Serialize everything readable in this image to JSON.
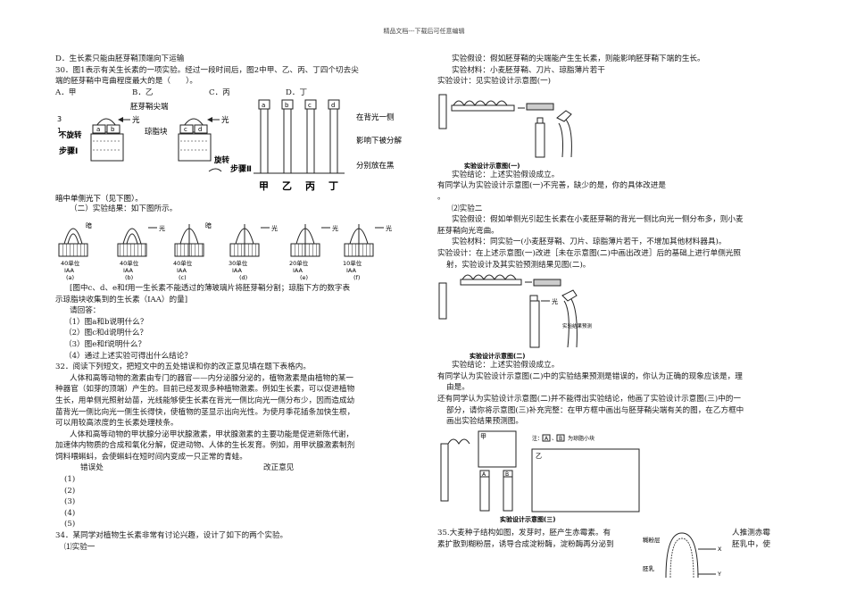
{
  "header": "精品文档---下载后可任意编辑",
  "left": {
    "l1": "D．生长素只能由胚芽鞘顶端向下运输",
    "l2": "30．图1表示有关生长素的一项实验。经过一段时间后，图2中甲、乙、丙、丁四个切去尖",
    "l3": "端的胚芽鞘中弯曲程度最大的是（　　）。",
    "options": [
      "A．甲",
      "B．乙",
      "C．丙",
      "D．丁"
    ],
    "fig1": {
      "tip_label": "胚芽鞘尖端",
      "light": "光",
      "block_label": "琼脂块",
      "a": "a",
      "b": "b",
      "c": "c",
      "d": "d",
      "rotate": "不旋转",
      "rotate2": "旋转",
      "step1": "步骤Ⅰ",
      "step2": "步骤Ⅱ",
      "cols": [
        "甲",
        "乙",
        "丙",
        "丁"
      ],
      "side1": "在背光一侧",
      "side2": "影响下被分解",
      "side3": "分别放在黑",
      "partial": "暗中单侧光下（见下图）。",
      "frag3": "3",
      "frag1": "1"
    },
    "result_line": "（二）实验结果：如下图所示。",
    "fig2": {
      "dark": "暗",
      "light": "光",
      "labels": [
        [
          "40单位",
          "IAA",
          "(a)"
        ],
        [
          "40单位",
          "IAA",
          "(b)"
        ],
        [
          "40单位",
          "IAA",
          "(c)"
        ],
        [
          "30单位",
          "IAA",
          "(d)"
        ],
        [
          "20单位",
          "IAA",
          "(e)"
        ],
        [
          "10单位",
          "IAA",
          "(f)"
        ]
      ]
    },
    "l4": "[图中c、d、e和f用一生长素不能透过的薄玻璃片将胚芽鞘分割；琼脂下方的数字表",
    "l5": "示琼脂块收集到的生长素（IAA）的量]",
    "l6": "请回答：",
    "q1": "（1）图a和b说明什么？",
    "q2": "（2）图c和d说明什么？",
    "q3": "（3）图e和f说明什么？",
    "q4": "（4）通过上述实验可得出什么结论？",
    "l32": "32．阅读下列短文，把短文中的五处错误和你的改正意见填在题下表格内。",
    "p1": [
      "人体和高等动物的激素由专门的器官——内分泌腺分泌的，植物激素是由植物的某一",
      "种器官（如芽的顶端）产生的。目前已经发现多种植物激素。例如生长素，可以促进植物",
      "生长，用单侧光照射幼苗，光线能够使生长素在背光一侧比向光一侧分布少，因而造成幼",
      "苗背光一侧比向光一侧生长得快，使植物的茎显示出向光性。为使月季花插条加快生根，",
      "可以用较高浓度的生长素处理枝条。"
    ],
    "p2": [
      "人体和高等动物的甲状腺分泌甲状腺激素，甲状腺激素的主要功能是促进新陈代谢，",
      "加速体内物质的合成和氧化分解，促进动物、人体的生长发育。例如，用甲状腺激素制剂",
      "饲料喂蝌蚪，会使蝌蚪在短时间内变成一只正常的青蛙。"
    ],
    "table_head": [
      "错误处",
      "改正意见"
    ],
    "table_rows": [
      "(1)",
      "(2)",
      "(3)",
      "(4)",
      "(5)"
    ],
    "l34": "34．某同学对植物生长素非常有讨论兴趣，设计了如下的两个实验。",
    "l34b": "⑴实验一"
  },
  "right": {
    "r1": "实验假设：假如胚芽鞘的尖端能产生生长素，则能影响胚芽鞘下端的生长。",
    "r2": "实验材料：小麦胚芽鞘、刀片、琼脂薄片若干",
    "r3": "实验设计：见实验设计示意图(一)",
    "fig_caption1": "实验设计示意图(一)",
    "r4": "实验结论：上述实验假设成立。",
    "r5": "有同学认为实验设计示意图(一)不完善，缺少的是，你的具体改进是",
    "r6": "。",
    "r7": "⑵实验二",
    "r8": "实验假设：假如单侧光引起生长素在小麦胚芽鞘的背光一侧比向光一侧分布多，则小麦",
    "r9": "胚芽鞘向光弯曲。",
    "r10": "实验材料：同实验一(小麦胚芽鞘、刀片、琼脂薄片若干，不增加其他材料器具)。",
    "r11": "实验设计：在上述示意图(一)改进［未在示意图(二)中画出改进］后的基础上进行单侧光照",
    "r12": "射，实验设计及其实验预测结果见图(二)。",
    "fig2_light": "光",
    "fig2_pred": "实验结果预测",
    "fig_caption2": "实验设计示意图(二)",
    "r13": "实验结论：上述实验假设成立。",
    "r14": "有同学认为实验设计示意图(二)中的实验结果预测是错误的，你认为正确的现象应该是，理",
    "r15": "由是。",
    "r16": "还有同学认为实验设计示意图(二)并不能得出实验结论，他画了实验设计示意图(三)中的一",
    "r17": "部分，请你将示意图(三)补充完整：在甲方框中画出与胚芽鞘尖端有关的图，在乙方框中",
    "r18": "画出实验结果预测图。",
    "fig3": {
      "jia": "甲",
      "yi": "乙",
      "A": "A",
      "B": "B",
      "note_prefix": "注：",
      "note_mid": "、",
      "note_suffix": "为琼脂小块"
    },
    "fig_caption3": "实验设计示意图(三)",
    "r35a": "35.大麦种子结构如图，发芽时，胚产生赤霉素。有",
    "r35a2": "人推测赤霉",
    "r35b": "素扩散到糊粉层，诱导合成淀粉酶，淀粉酶再分泌到",
    "r35b2": "胚乳中，使",
    "fig4": {
      "layer": "糊粉层",
      "endosperm": "胚乳",
      "x": "X",
      "y": "Y"
    }
  }
}
